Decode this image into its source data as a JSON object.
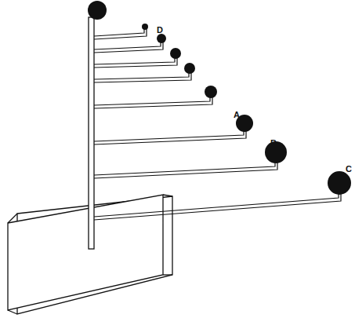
{
  "diagram": {
    "labels": [
      "D",
      "A",
      "B",
      "C"
    ]
  }
}
